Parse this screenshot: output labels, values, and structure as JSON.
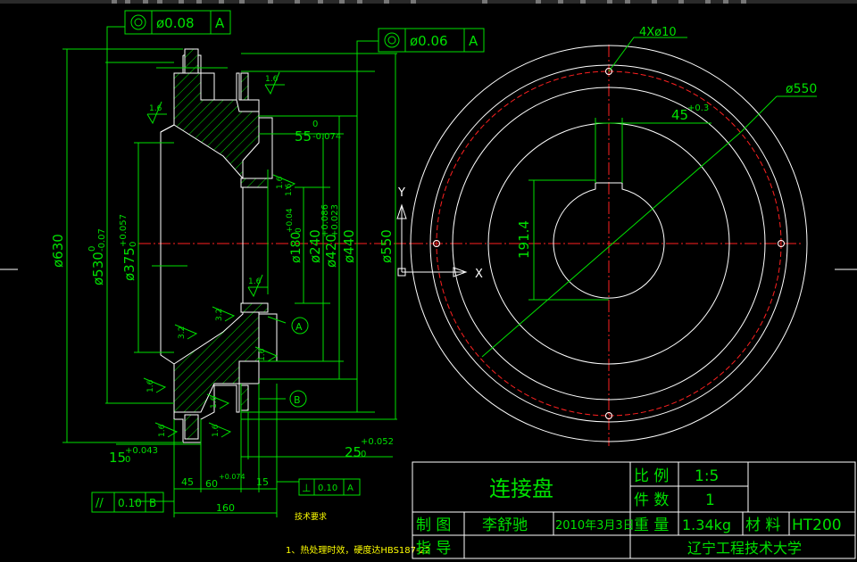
{
  "title_block": {
    "part_name": "连接盘",
    "scale_label": "比 例",
    "scale_value": "1:5",
    "qty_label": "件 数",
    "qty_value": "1",
    "drawn_label": "制 图",
    "drawn_by": "李舒驰",
    "date": "2010年3月3日",
    "weight_label": "重 量",
    "weight_value": "1.34kg",
    "material_label": "材 料",
    "material_value": "HT200",
    "guide_label": "指 导",
    "school": "辽宁工程技术大学"
  },
  "tolerance_frames": {
    "top_left": {
      "value": "ø0.08",
      "datum": "A"
    },
    "top_right": {
      "value": "ø0.06",
      "datum": "A"
    },
    "bottom_parallel": {
      "value": "0.10",
      "datum": "B",
      "symbol": "//"
    },
    "bottom_perp": {
      "value": "0.10",
      "datum": "A",
      "symbol": "⊥"
    }
  },
  "dimensions": {
    "d630": "ø630",
    "d530": "ø530",
    "d530_tol_up": "0",
    "d530_tol_lo": "-0.07",
    "d375": "ø375",
    "d375_tol_up": "+0.057",
    "d375_tol_lo": "0",
    "d180": "ø180",
    "d180_tol_up": "+0.04",
    "d180_tol_lo": "0",
    "d240": "ø240",
    "d420": "ø420",
    "d420_tol_up": "+0.086",
    "d420_tol_lo": "+0.023",
    "d440": "ø440",
    "d550": "ø550",
    "w55": "55",
    "w55_tol_up": "0",
    "w55_tol_lo": "-0.074",
    "w15": "15",
    "w15_tol_up": "+0.043",
    "w15_tol_lo": "0",
    "w25": "25",
    "w25_tol_up": "+0.052",
    "w25_tol_lo": "0",
    "w45": "45",
    "w60": "60",
    "w60_tol": "+0.074",
    "w15b": "15",
    "w160": "160",
    "holes": "4Xø10",
    "right_d550": "ø550",
    "key45": "45",
    "key45_tol": "+0.3",
    "key191": "191.4"
  },
  "roughness": [
    "1.6",
    "1.6",
    "1.6",
    "1.6",
    "1.6",
    "1.6",
    "1.6",
    "1.6",
    "1.6",
    "3.2",
    "3.2",
    "1.6"
  ],
  "datums": {
    "a": "A",
    "b": "B"
  },
  "axes": {
    "x": "X",
    "y": "Y"
  },
  "notes": {
    "heading": "技术要求",
    "line1": "1、热处理时效，硬度达HBS187-22"
  }
}
